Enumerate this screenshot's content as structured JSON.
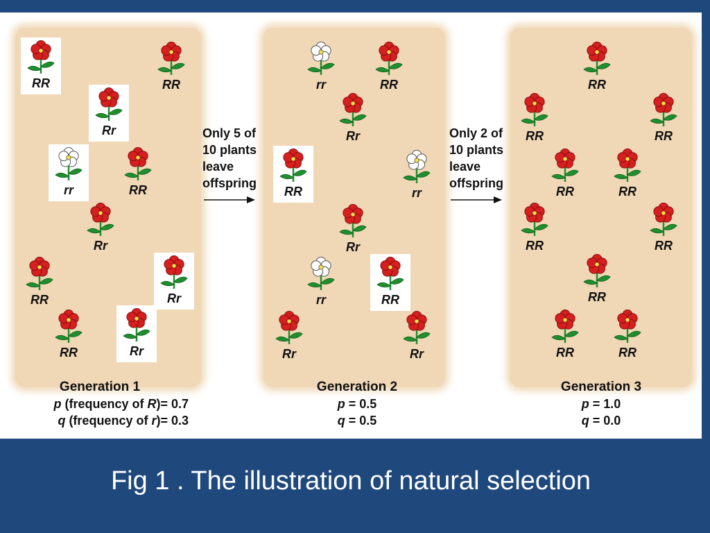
{
  "colors": {
    "slide_background": "#1f497d",
    "panel": "#f0d7b6",
    "red_flower": "#d61f1f",
    "white_flower": "#ffffff",
    "stem_leaf": "#1f8f2e"
  },
  "arrows": [
    {
      "lines": [
        "Only 5 of",
        "10 plants",
        "leave",
        "offspring"
      ]
    },
    {
      "lines": [
        "Only 2 of",
        "10 plants",
        "leave",
        "offspring"
      ]
    }
  ],
  "generations": [
    {
      "title": "Generation 1",
      "p_var": "p",
      "p_text": " (frequency of ",
      "p_allele": "R",
      "p_value": ")= 0.7",
      "q_var": "q",
      "q_text": " (frequency of ",
      "q_allele": "r",
      "q_value": ")= 0.3",
      "plants": [
        "RR",
        "RR",
        "Rr",
        "rr",
        "RR",
        "Rr",
        "RR",
        "Rr",
        "RR",
        "Rr"
      ]
    },
    {
      "title": "Generation 2",
      "p_var": "p",
      "p_value": " = 0.5",
      "q_var": "q",
      "q_value": " = 0.5",
      "plants": [
        "rr",
        "RR",
        "Rr",
        "RR",
        "rr",
        "Rr",
        "rr",
        "RR",
        "Rr",
        "Rr"
      ]
    },
    {
      "title": "Generation 3",
      "p_var": "p",
      "p_value": " = 1.0",
      "q_var": "q",
      "q_value": " = 0.0",
      "plants": [
        "RR",
        "RR",
        "RR",
        "RR",
        "RR",
        "RR",
        "RR",
        "RR",
        "RR",
        "RR"
      ]
    }
  ],
  "caption": "Fig 1 . The illustration of natural selection"
}
